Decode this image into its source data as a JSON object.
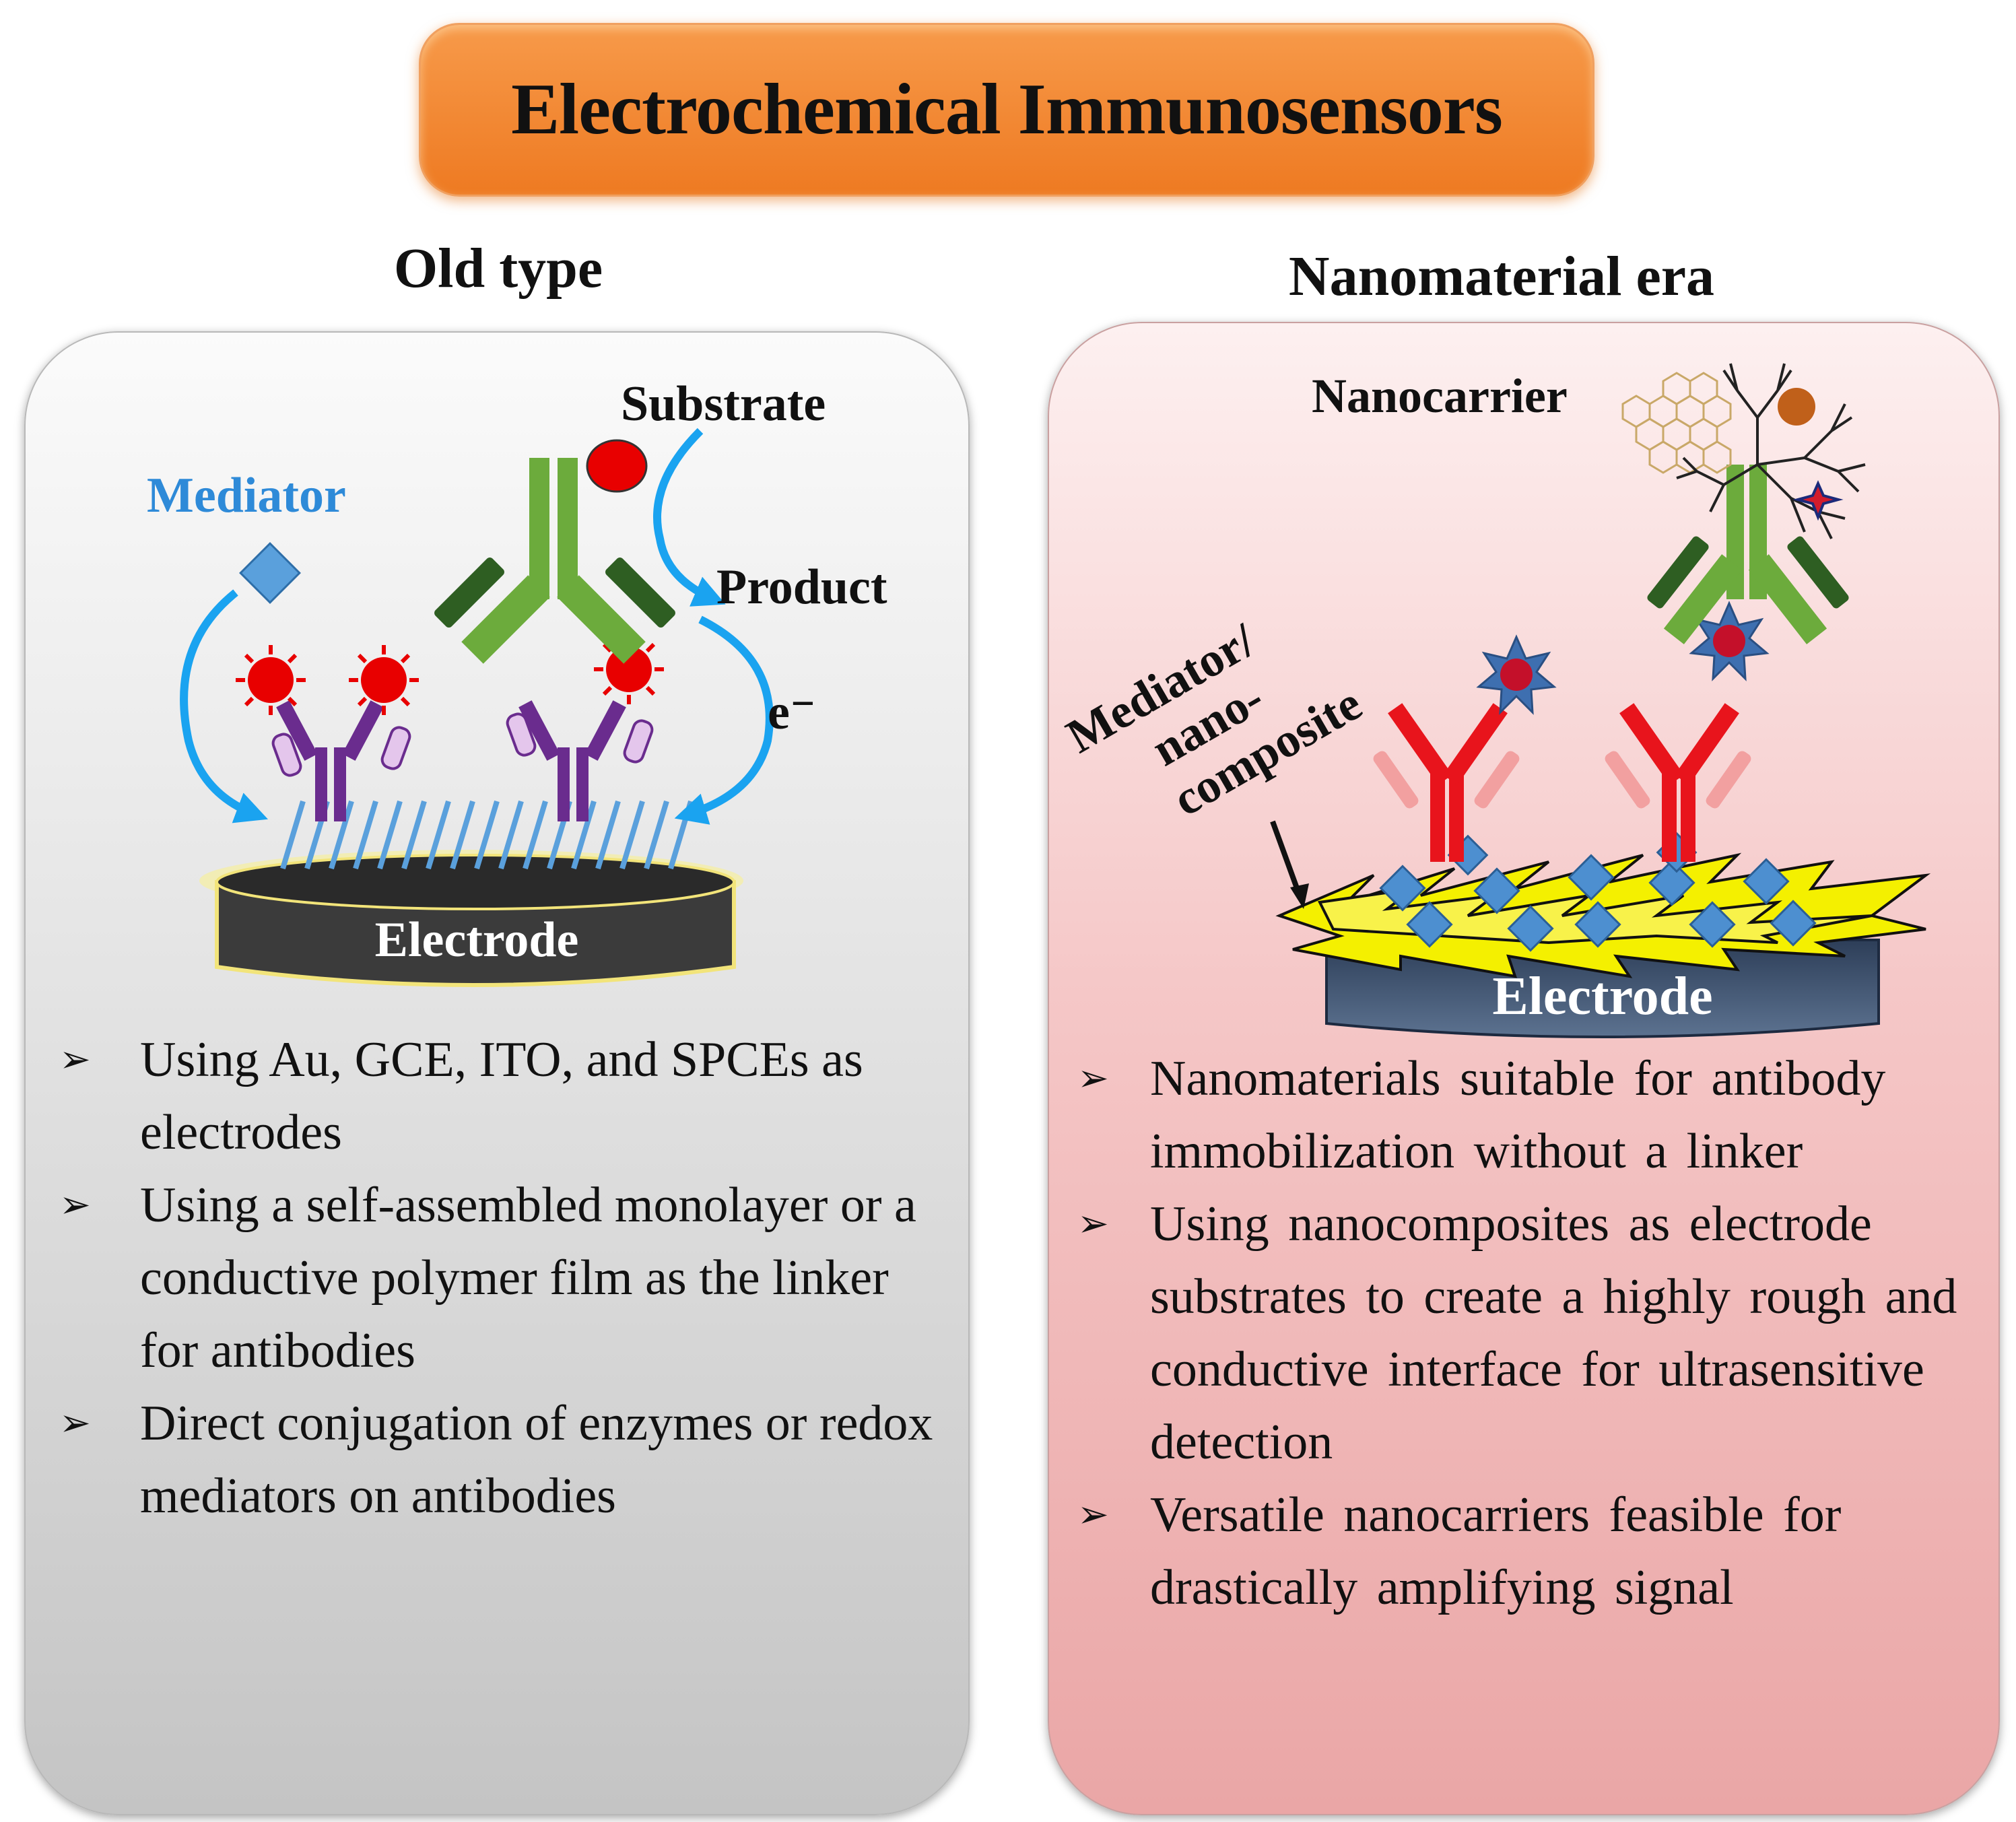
{
  "title": "Electrochemical Immunosensors",
  "old": {
    "heading": "Old type",
    "labels": {
      "mediator": "Mediator",
      "substrate": "Substrate",
      "product": "Product",
      "electron": "e⁻",
      "electrode": "Electrode"
    },
    "bullets": [
      "Using Au, GCE, ITO, and SPCEs as electrodes",
      "Using a self-assembled monolayer or a conductive polymer film as the linker for antibodies",
      "Direct conjugation of enzymes or redox mediators on antibodies"
    ]
  },
  "nano": {
    "heading": "Nanomaterial era",
    "labels": {
      "nanocarrier": "Nanocarrier",
      "mediator_line1": "Mediator/",
      "mediator_line2": "nano-",
      "mediator_line3": "composite",
      "electrode": "Electrode"
    },
    "bullets": [
      "Nanomaterials suitable for antibody immobilization without a linker",
      "Using nanocomposites as electrode substrates to create a highly rough and conductive interface for ultrasensitive detection",
      "Versatile nanocarriers feasible for drastically amplifying signal"
    ]
  },
  "bullet_marker": "➢",
  "colors": {
    "title_orange": "#ee7a22",
    "mediator_blue": "#2e8ad8",
    "antibody_green": "#6cab3c",
    "antibody_purple": "#6a2c8e",
    "antibody_red": "#e8141c",
    "label_red": "#e80000",
    "electrode_dark": "#3a3a3a",
    "nanocomposite_yellow": "#f4f000"
  }
}
